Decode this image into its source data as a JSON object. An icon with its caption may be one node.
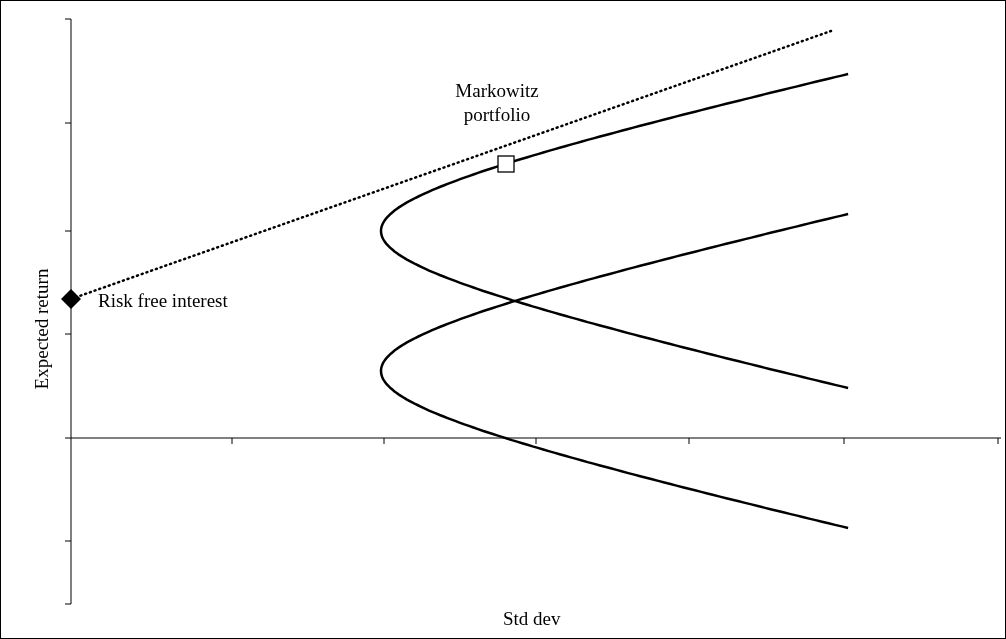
{
  "diagram": {
    "labels": [
      "Markowitz portfolio",
      "Risk free interest",
      "Expected return",
      "Std dev"
    ]
  }
}
